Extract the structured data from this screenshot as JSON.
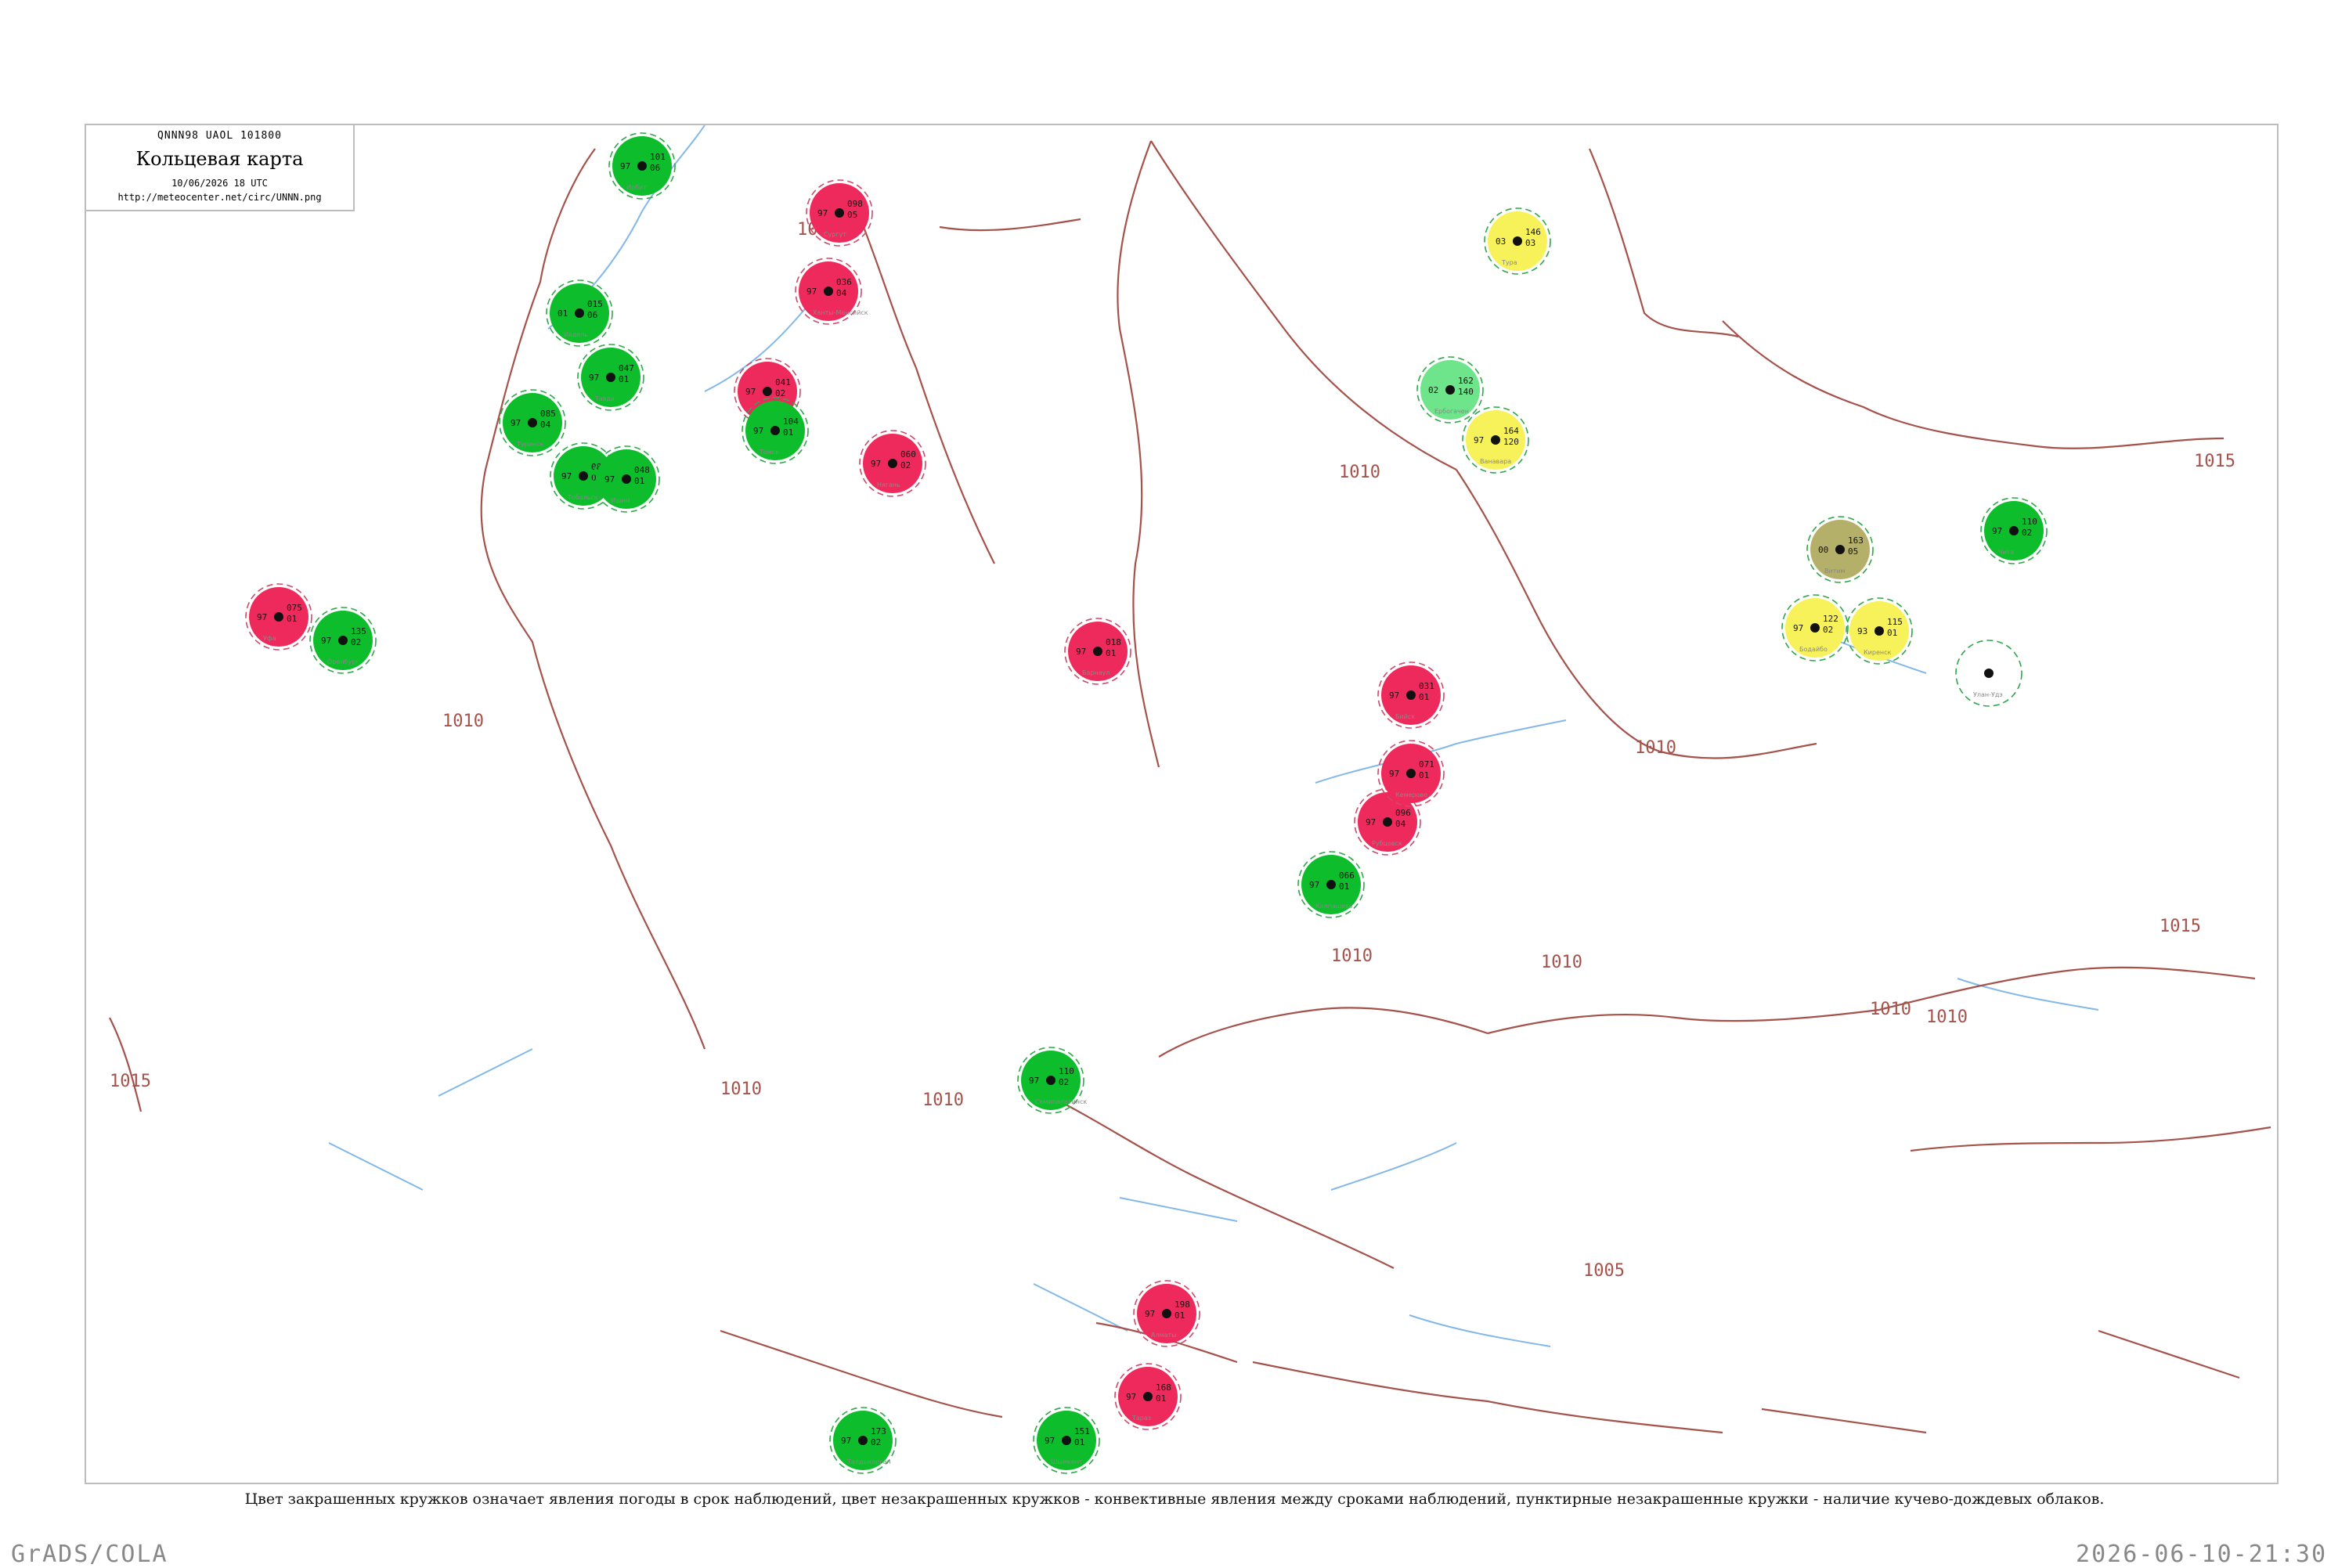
{
  "header": {
    "codes": "QNNN98  UAOL  101800",
    "title": "Кольцевая карта",
    "date": "10/06/2026 18 UTC",
    "url": "http://meteocenter.net/circ/UNNN.png"
  },
  "caption": "Цвет закрашенных кружков означает явления погоды в срок наблюдений, цвет незакрашенных кружков - конвективные явления между сроками наблюдений, пунктирные незакрашенные кружки - наличие кучево-дождевых облаков.",
  "footer": {
    "left": "GrADS/COLA",
    "right": "2026-06-10-21:30"
  },
  "colors": {
    "filled_green": "#0dbd2c",
    "filled_red": "#ee2a5c",
    "filled_yellow": "#f7f15a",
    "filled_light_green": "#6ee58a",
    "filled_olive": "#b4b06a",
    "ring_green": "#2fa84a",
    "ring_red": "#d04a6a",
    "isobar": "#a5524b",
    "river": "#84b8e8"
  },
  "isobar_labels": [
    "1005",
    "1005",
    "1010",
    "1010",
    "1010",
    "1010",
    "1010",
    "1010",
    "1010",
    "1010",
    "1010",
    "1015",
    "1015",
    "1015"
  ],
  "stations": [
    {
      "name": "Ирбит",
      "p": "101",
      "t": "97",
      "v": "06",
      "fill": "green"
    },
    {
      "name": "Тавда",
      "p": "047",
      "t": "97",
      "v": "01",
      "fill": "green"
    },
    {
      "name": "Ивдель",
      "p": "015",
      "t": "01",
      "v": "06",
      "fill": "green"
    },
    {
      "name": "Туринск",
      "p": "085",
      "t": "97",
      "v": "04",
      "fill": "green"
    },
    {
      "name": "Тобольск",
      "p": "082",
      "t": "97",
      "v": "02",
      "fill": "green"
    },
    {
      "name": "Ишим",
      "p": "048",
      "t": "97",
      "v": "01",
      "fill": "green"
    },
    {
      "name": "Сургут",
      "p": "098",
      "t": "97",
      "v": "05",
      "fill": "red"
    },
    {
      "name": "Ханты-Мансийск",
      "p": "036",
      "t": "97",
      "v": "04",
      "fill": "red"
    },
    {
      "name": "Нягань",
      "p": "060",
      "t": "97",
      "v": "02",
      "fill": "red"
    },
    {
      "name": "Уфа",
      "p": "075",
      "t": "97",
      "v": "01",
      "fill": "red"
    },
    {
      "name": "Оренбург",
      "p": "135",
      "t": "97",
      "v": "02",
      "fill": "green"
    },
    {
      "name": "Тура",
      "p": "146",
      "t": "03",
      "v": "03",
      "fill": "yellow"
    },
    {
      "name": "Ванавара",
      "p": "164",
      "t": "97",
      "v": "120",
      "fill": "yellow"
    },
    {
      "name": "Киренск",
      "p": "115",
      "t": "93",
      "v": "01",
      "fill": "yellow"
    },
    {
      "name": "Бодайбо",
      "p": "122",
      "t": "97",
      "v": "02",
      "fill": "yellow"
    },
    {
      "name": "Витим",
      "p": "163",
      "t": "00",
      "v": "05",
      "fill": "olive"
    },
    {
      "name": "Ербогачен",
      "p": "162",
      "t": "02",
      "v": "140",
      "fill": "lightgreen"
    },
    {
      "name": "Барнаул",
      "p": "018",
      "t": "97",
      "v": "01",
      "fill": "red"
    },
    {
      "name": "Бийск",
      "p": "031",
      "t": "97",
      "v": "01",
      "fill": "red"
    },
    {
      "name": "Рубцовск",
      "p": "096",
      "t": "97",
      "v": "04",
      "fill": "red"
    },
    {
      "name": "Кемерово",
      "p": "071",
      "t": "97",
      "v": "01",
      "fill": "red"
    },
    {
      "name": "Новокузнецк",
      "p": "041",
      "t": "97",
      "v": "02",
      "fill": "red"
    },
    {
      "name": "Томск",
      "p": "104",
      "t": "97",
      "v": "01",
      "fill": "green"
    },
    {
      "name": "Колпашево",
      "p": "066",
      "t": "97",
      "v": "01",
      "fill": "green"
    },
    {
      "name": "Семипалатинск",
      "p": "110",
      "t": "97",
      "v": "02",
      "fill": "green"
    },
    {
      "name": "Алматы",
      "p": "198",
      "t": "97",
      "v": "01",
      "fill": "red"
    },
    {
      "name": "Талдыкорган",
      "p": "173",
      "t": "97",
      "v": "02",
      "fill": "green"
    },
    {
      "name": "Шымкент",
      "p": "151",
      "t": "97",
      "v": "01",
      "fill": "green"
    },
    {
      "name": "Тараз",
      "p": "168",
      "t": "97",
      "v": "01",
      "fill": "red"
    },
    {
      "name": "Чита",
      "p": "110",
      "t": "97",
      "v": "02",
      "fill": "green"
    },
    {
      "name": "Улан-Удэ",
      "p": "",
      "t": "",
      "v": "",
      "fill": "none"
    }
  ]
}
